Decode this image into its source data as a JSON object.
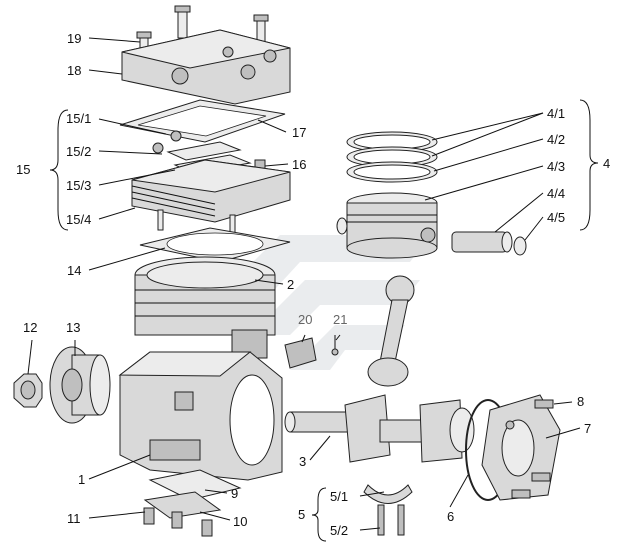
{
  "labels": {
    "l1": "1",
    "l2": "2",
    "l3": "3",
    "l4": "4",
    "l4_1": "4/1",
    "l4_2": "4/2",
    "l4_3": "4/3",
    "l4_4": "4/4",
    "l4_5": "4/5",
    "l5": "5",
    "l5_1": "5/1",
    "l5_2": "5/2",
    "l6": "6",
    "l7": "7",
    "l8": "8",
    "l9": "9",
    "l10": "10",
    "l11": "11",
    "l12": "12",
    "l13": "13",
    "l14": "14",
    "l15": "15",
    "l15_1": "15/1",
    "l15_2": "15/2",
    "l15_3": "15/3",
    "l15_4": "15/4",
    "l16": "16",
    "l17": "17",
    "l18": "18",
    "l19": "19",
    "l20": "20",
    "l21": "21"
  }
}
